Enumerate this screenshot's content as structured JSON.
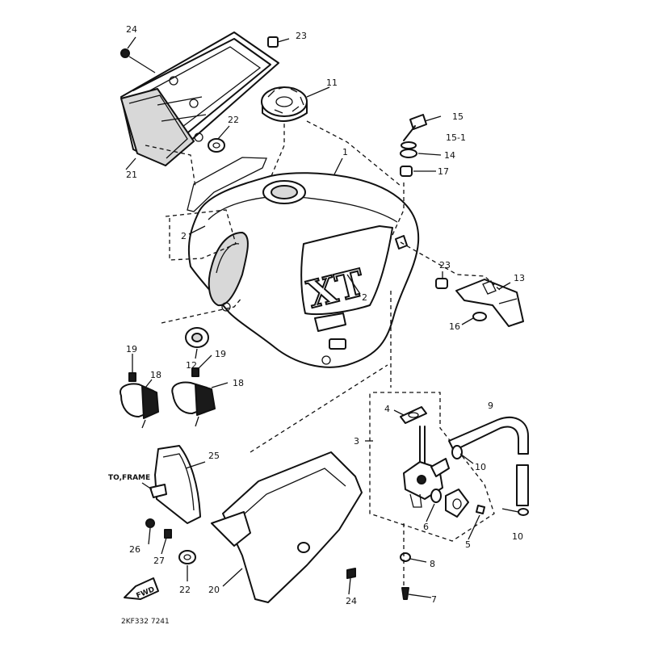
{
  "callouts": {
    "c1": "1",
    "c2a": "2",
    "c2b": "2",
    "c3": "3",
    "c4": "4",
    "c5": "5",
    "c6": "6",
    "c7": "7",
    "c8": "8",
    "c9": "9",
    "c10a": "10",
    "c10b": "10",
    "c11": "11",
    "c12": "12",
    "c13": "13",
    "c14": "14",
    "c15": "15",
    "c15_1": "15-1",
    "c16": "16",
    "c17": "17",
    "c18a": "18",
    "c18b": "18",
    "c19a": "19",
    "c19b": "19",
    "c20": "20",
    "c21": "21",
    "c22a": "22",
    "c22b": "22",
    "c23a": "23",
    "c23b": "23",
    "c24a": "24",
    "c24b": "24",
    "c25": "25",
    "c26": "26",
    "c27": "27"
  },
  "annotations": {
    "to_frame": "TO,FRAME",
    "fwd": "FWD",
    "tank_logo": "XT",
    "footer_code": "2KF332 7241"
  }
}
